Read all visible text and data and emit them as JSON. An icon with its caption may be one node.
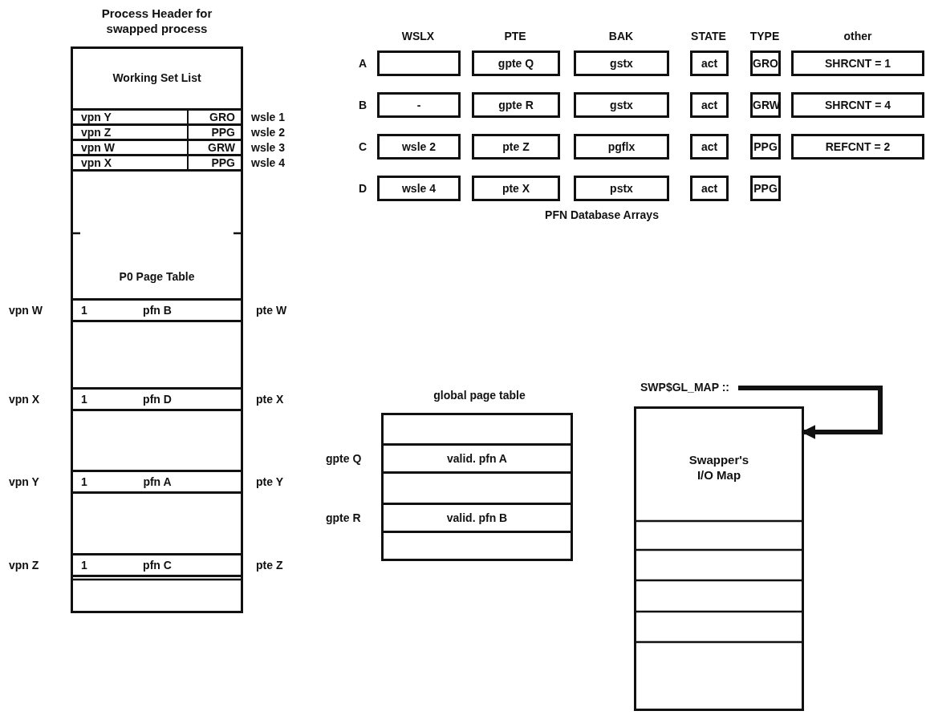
{
  "diagram": {
    "nodes": [
      {
        "text": [
          "Process Header for swapped process",
          "Working Set List",
          "P0 Page Table"
        ]
      },
      {
        "text": [
          "vpn Y",
          "GRO"
        ],
        "beside": [
          "wsle 1"
        ],
        "in": 0
      },
      {
        "text": [
          "vpn Z",
          "PPG"
        ],
        "beside": [
          "wsle 2"
        ],
        "in": 0
      },
      {
        "text": [
          "vpn W",
          "GRW"
        ],
        "beside": [
          "wsle 3"
        ],
        "in": 0
      },
      {
        "text": [
          "vpn X",
          "PPG"
        ],
        "beside": [
          "wsle 4"
        ],
        "in": 0
      },
      {
        "text": [
          "1",
          "pfn B"
        ],
        "beside": [
          "vpn W",
          "pte W"
        ],
        "in": 0
      },
      {
        "text": [
          "1",
          "pfn D"
        ],
        "beside": [
          "vpn X",
          "pte X"
        ],
        "in": 0
      },
      {
        "text": [
          "1",
          "pfn A"
        ],
        "beside": [
          "vpn Y",
          "pte Y"
        ],
        "in": 0
      },
      {
        "text": [
          "1",
          "pfn C"
        ],
        "beside": [
          "vpn Z",
          "pte Z"
        ],
        "in": 0
      },
      {
        "text": [],
        "shape": "box"
      },
      {
        "text": [
          "gpte Q"
        ]
      },
      {
        "text": [
          "gstx"
        ]
      },
      {
        "text": [
          "act"
        ]
      },
      {
        "text": [
          "GRO"
        ]
      },
      {
        "text": [
          "SHRCNT = 1"
        ]
      },
      {
        "text": [
          "-"
        ]
      },
      {
        "text": [
          "gpte R"
        ]
      },
      {
        "text": [
          "gstx"
        ]
      },
      {
        "text": [
          "act"
        ]
      },
      {
        "text": [
          "GRW"
        ]
      },
      {
        "text": [
          "SHRCNT = 4"
        ]
      },
      {
        "text": [
          "wsle 2"
        ]
      },
      {
        "text": [
          "pte Z"
        ]
      },
      {
        "text": [
          "pgflx"
        ]
      },
      {
        "text": [
          "act"
        ]
      },
      {
        "text": [
          "PPG"
        ]
      },
      {
        "text": [
          "REFCNT = 2"
        ]
      },
      {
        "text": [
          "wsle 4"
        ]
      },
      {
        "text": [
          "pte X"
        ]
      },
      {
        "text": [
          "pstx"
        ]
      },
      {
        "text": [
          "act"
        ]
      },
      {
        "text": [
          "PPG"
        ]
      },
      {
        "text": [
          "global page table"
        ]
      },
      {
        "text": [
          "valid. pfn A"
        ],
        "beside": [
          "gpte Q"
        ],
        "in": 32
      },
      {
        "text": [
          "valid. pfn B"
        ],
        "beside": [
          "gpte R"
        ],
        "in": 32
      },
      {
        "text": [
          "SWP$GL_MAP ::"
        ]
      },
      {
        "text": [
          "Swapper's I/O Map"
        ]
      }
    ],
    "edges": [
      {
        "from": 35,
        "to": 36,
        "arrow": "to"
      }
    ],
    "labels": [
      "WSLX",
      "PTE",
      "BAK",
      "STATE",
      "TYPE",
      "other",
      "A",
      "B",
      "C",
      "D",
      "PFN Database Arrays"
    ]
  }
}
